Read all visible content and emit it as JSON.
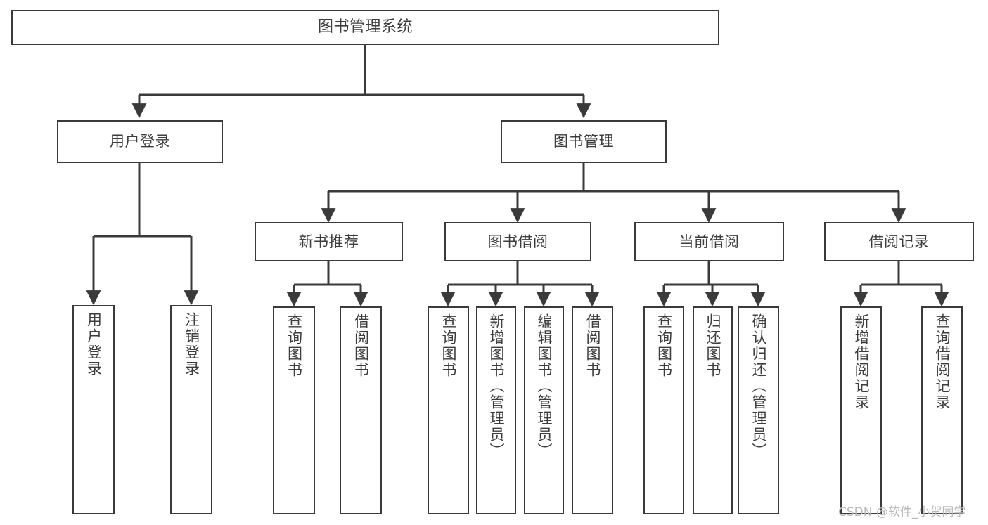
{
  "diagram": {
    "title": "图书管理系统",
    "type": "tree-hierarchy-chart",
    "watermark": "CSDN @软件_小贺同学",
    "colors": {
      "border": "#3a3a3a",
      "text": "#3d3d3d",
      "background": "#ffffff",
      "edge": "#3a3a3a",
      "watermark": "#b9b9b9"
    },
    "nodes": {
      "root": {
        "label": "图书管理系统"
      },
      "level1": [
        {
          "label": "用户登录"
        },
        {
          "label": "图书管理"
        }
      ],
      "level2": [
        {
          "label": "新书推荐"
        },
        {
          "label": "图书借阅"
        },
        {
          "label": "当前借阅"
        },
        {
          "label": "借阅记录"
        }
      ],
      "leaves_user_login": [
        {
          "label": "用户登录"
        },
        {
          "label": "注销登录"
        }
      ],
      "leaves_new_book": [
        {
          "label": "查询图书"
        },
        {
          "label": "借阅图书"
        }
      ],
      "leaves_borrow": [
        {
          "label": "查询图书"
        },
        {
          "label": "新增图书（管理员）"
        },
        {
          "label": "编辑图书（管理员）"
        },
        {
          "label": "借阅图书"
        }
      ],
      "leaves_current": [
        {
          "label": "查询图书"
        },
        {
          "label": "归还图书"
        },
        {
          "label": "确认归还（管理员）"
        }
      ],
      "leaves_record": [
        {
          "label": "新增借阅记录"
        },
        {
          "label": "查询借阅记录"
        }
      ]
    }
  }
}
